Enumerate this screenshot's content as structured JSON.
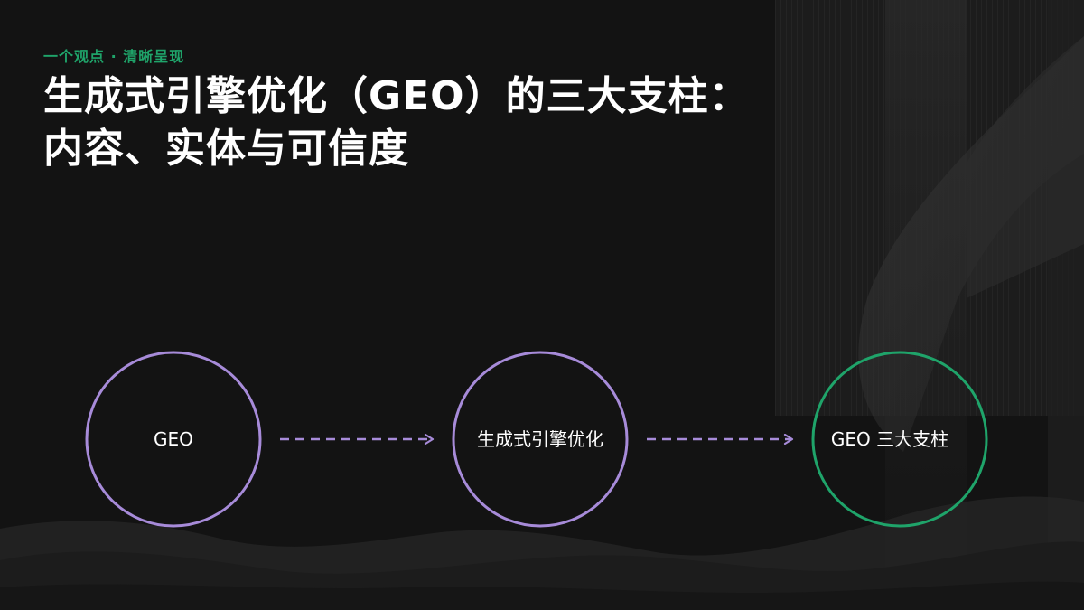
{
  "header": {
    "kicker": "一个观点 · 清晰呈现",
    "title": "生成式引擎优化（GEO）的三大支柱：内容、实体与可信度"
  },
  "flow": {
    "nodes": [
      {
        "label": "GEO",
        "color": "#a78bd9"
      },
      {
        "label": "生成式引擎优化",
        "color": "#a78bd9"
      },
      {
        "label": "GEO 三大支柱",
        "color": "#1fa46a"
      }
    ],
    "arrow_color": "#a78bd9"
  },
  "colors": {
    "background": "#131313",
    "accent_green": "#1fa46a",
    "accent_purple": "#a78bd9",
    "title_text": "#ffffff"
  }
}
